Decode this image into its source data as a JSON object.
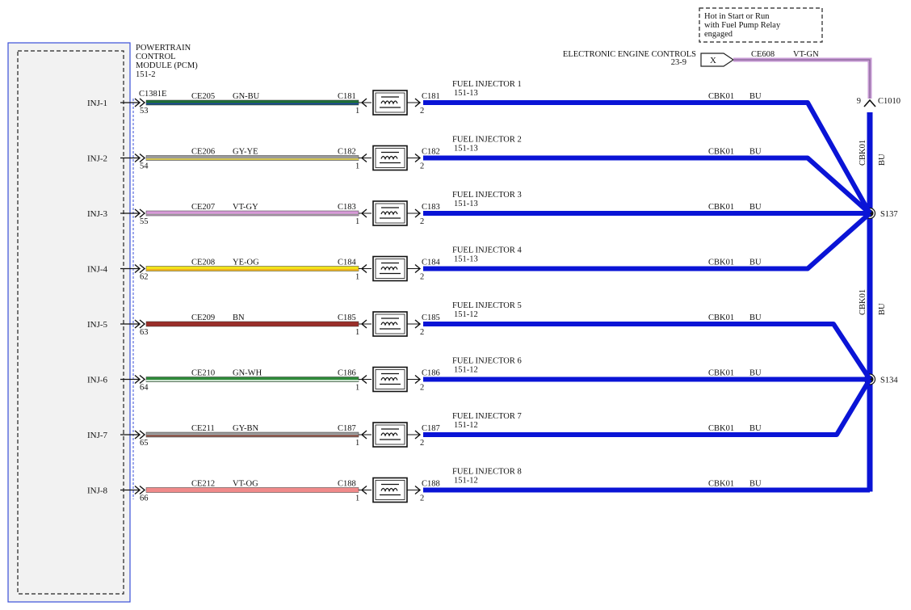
{
  "pcm": {
    "title_lines": [
      "POWERTRAIN",
      "CONTROL",
      "MODULE (PCM)",
      "151-2"
    ],
    "connector": "C1381E",
    "box_color": "#3a4fd8"
  },
  "note": {
    "lines": [
      "Hot in Start or Run",
      "with Fuel Pump Relay",
      "engaged"
    ]
  },
  "eec": {
    "title": "ELECTRONIC ENGINE CONTROLS",
    "page": "23-9",
    "marker": "X",
    "circuit": "CE608",
    "color_code": "VT-GN",
    "wire_color": "#c79ad4",
    "connector": "C1010",
    "pin": "9"
  },
  "feed": {
    "circuit": "CBK01",
    "color_code": "BU",
    "wire_color": "#0a14d6",
    "splices": [
      "S137",
      "S134"
    ]
  },
  "injectors": [
    {
      "pin_label": "INJ-1",
      "pcm_pin": "53",
      "circuit": "CE205",
      "color_code": "GN-BU",
      "connector": "C181",
      "conn_pin_a": "1",
      "conn_pin_b": "2",
      "name": "FUEL INJECTOR 1",
      "page": "151-13",
      "wire_color": "#1f6e3a",
      "wire_stripe": "#1f3fa8"
    },
    {
      "pin_label": "INJ-2",
      "pcm_pin": "54",
      "circuit": "CE206",
      "color_code": "GY-YE",
      "connector": "C182",
      "conn_pin_a": "1",
      "conn_pin_b": "2",
      "name": "FUEL INJECTOR 2",
      "page": "151-13",
      "wire_color": "#9a9a9a",
      "wire_stripe": "#e6d23a"
    },
    {
      "pin_label": "INJ-3",
      "pcm_pin": "55",
      "circuit": "CE207",
      "color_code": "VT-GY",
      "connector": "C183",
      "conn_pin_a": "1",
      "conn_pin_b": "2",
      "name": "FUEL INJECTOR 3",
      "page": "151-13",
      "wire_color": "#d79ad8",
      "wire_stripe": "#9a9a9a"
    },
    {
      "pin_label": "INJ-4",
      "pcm_pin": "62",
      "circuit": "CE208",
      "color_code": "YE-OG",
      "connector": "C184",
      "conn_pin_a": "1",
      "conn_pin_b": "2",
      "name": "FUEL INJECTOR 4",
      "page": "151-13",
      "wire_color": "#f2e21a",
      "wire_stripe": "#f0a020"
    },
    {
      "pin_label": "INJ-5",
      "pcm_pin": "63",
      "circuit": "CE209",
      "color_code": "BN",
      "connector": "C185",
      "conn_pin_a": "1",
      "conn_pin_b": "2",
      "name": "FUEL INJECTOR 5",
      "page": "151-12",
      "wire_color": "#9a2f2a",
      "wire_stripe": "#9a2f2a"
    },
    {
      "pin_label": "INJ-6",
      "pcm_pin": "64",
      "circuit": "CE210",
      "color_code": "GN-WH",
      "connector": "C186",
      "conn_pin_a": "1",
      "conn_pin_b": "2",
      "name": "FUEL INJECTOR 6",
      "page": "151-12",
      "wire_color": "#2f8a3a",
      "wire_stripe": "#ffffff"
    },
    {
      "pin_label": "INJ-7",
      "pcm_pin": "65",
      "circuit": "CE211",
      "color_code": "GY-BN",
      "connector": "C187",
      "conn_pin_a": "1",
      "conn_pin_b": "2",
      "name": "FUEL INJECTOR 7",
      "page": "151-12",
      "wire_color": "#9a9a9a",
      "wire_stripe": "#8a3a2a"
    },
    {
      "pin_label": "INJ-8",
      "pcm_pin": "66",
      "circuit": "CE212",
      "color_code": "VT-OG",
      "connector": "C188",
      "conn_pin_a": "1",
      "conn_pin_b": "2",
      "name": "FUEL INJECTOR 8",
      "page": "151-12",
      "wire_color": "#f08a8a",
      "wire_stripe": "#f08a8a"
    }
  ]
}
